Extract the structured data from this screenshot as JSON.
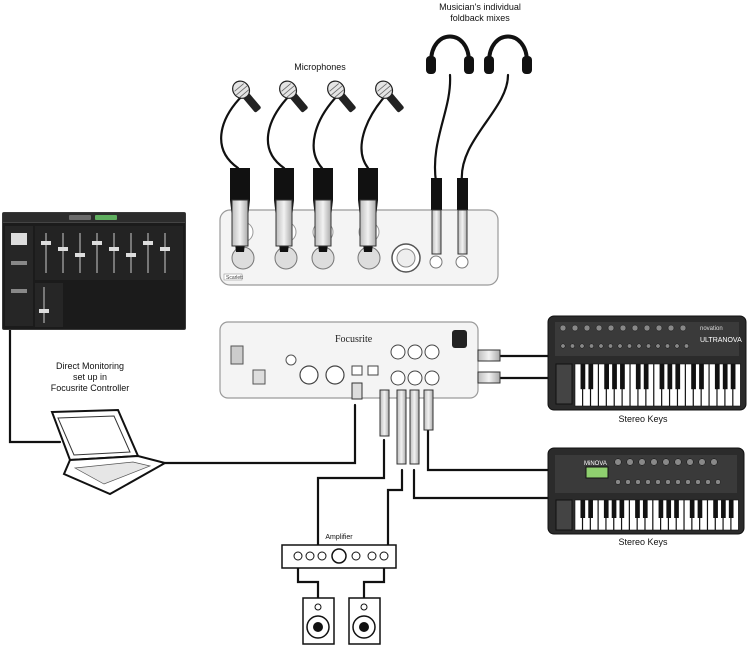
{
  "labels": {
    "foldback": [
      "Musician's individual",
      "foldback mixes"
    ],
    "microphones": "Microphones",
    "direct_monitoring": [
      "Direct Monitoring",
      "set up in",
      "Focusrite Controller"
    ],
    "stereo_keys_1": "Stereo Keys",
    "stereo_keys_2": "Stereo Keys",
    "amplifier": "Amplifier"
  },
  "devices": {
    "front_brand": "Scarlett",
    "rear_brand": "Focusrite",
    "synth_brand": "novation",
    "synth_top_model": "ULTRANOVA",
    "synth_bottom_model": "MiNOVA"
  },
  "colors": {
    "line": "#111111",
    "device_fill": "#f4f4f4",
    "device_border": "#9a9a9a",
    "synth_body": "#2b2b2b",
    "connector": "#d8d8d8",
    "screen_bg": "#1b1b1b",
    "screen_accent": "#5fae5f"
  },
  "icons": [
    "microphone-icon",
    "headphones-icon",
    "laptop-icon",
    "speaker-icon",
    "amplifier-icon",
    "keyboard-icon",
    "audio-interface-icon"
  ]
}
